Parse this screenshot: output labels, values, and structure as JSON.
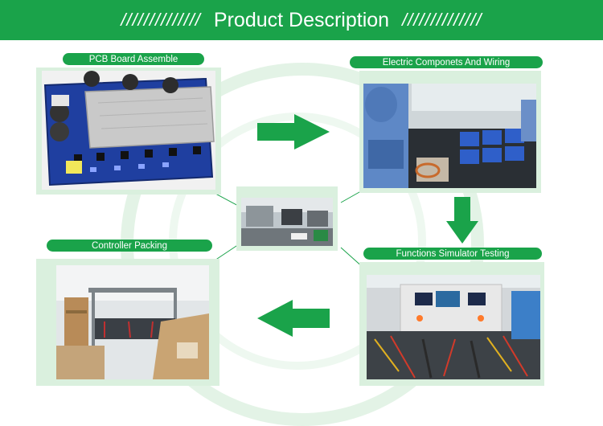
{
  "header": {
    "left_slashes": "//////////////",
    "title": "Product Description",
    "right_slashes": "//////////////"
  },
  "steps": [
    {
      "label": "PCB Board Assemble",
      "icon": "pcb-board-photo"
    },
    {
      "label": "Electric Componets And Wiring",
      "icon": "wiring-workshop-photo"
    },
    {
      "label": "Functions Simulator Testing",
      "icon": "simulator-testing-photo"
    },
    {
      "label": "Controller Packing",
      "icon": "packing-warehouse-photo"
    }
  ],
  "colors": {
    "accent": "#1aa34a",
    "frame": "#daf0de",
    "ring": "#e3f3e6"
  }
}
